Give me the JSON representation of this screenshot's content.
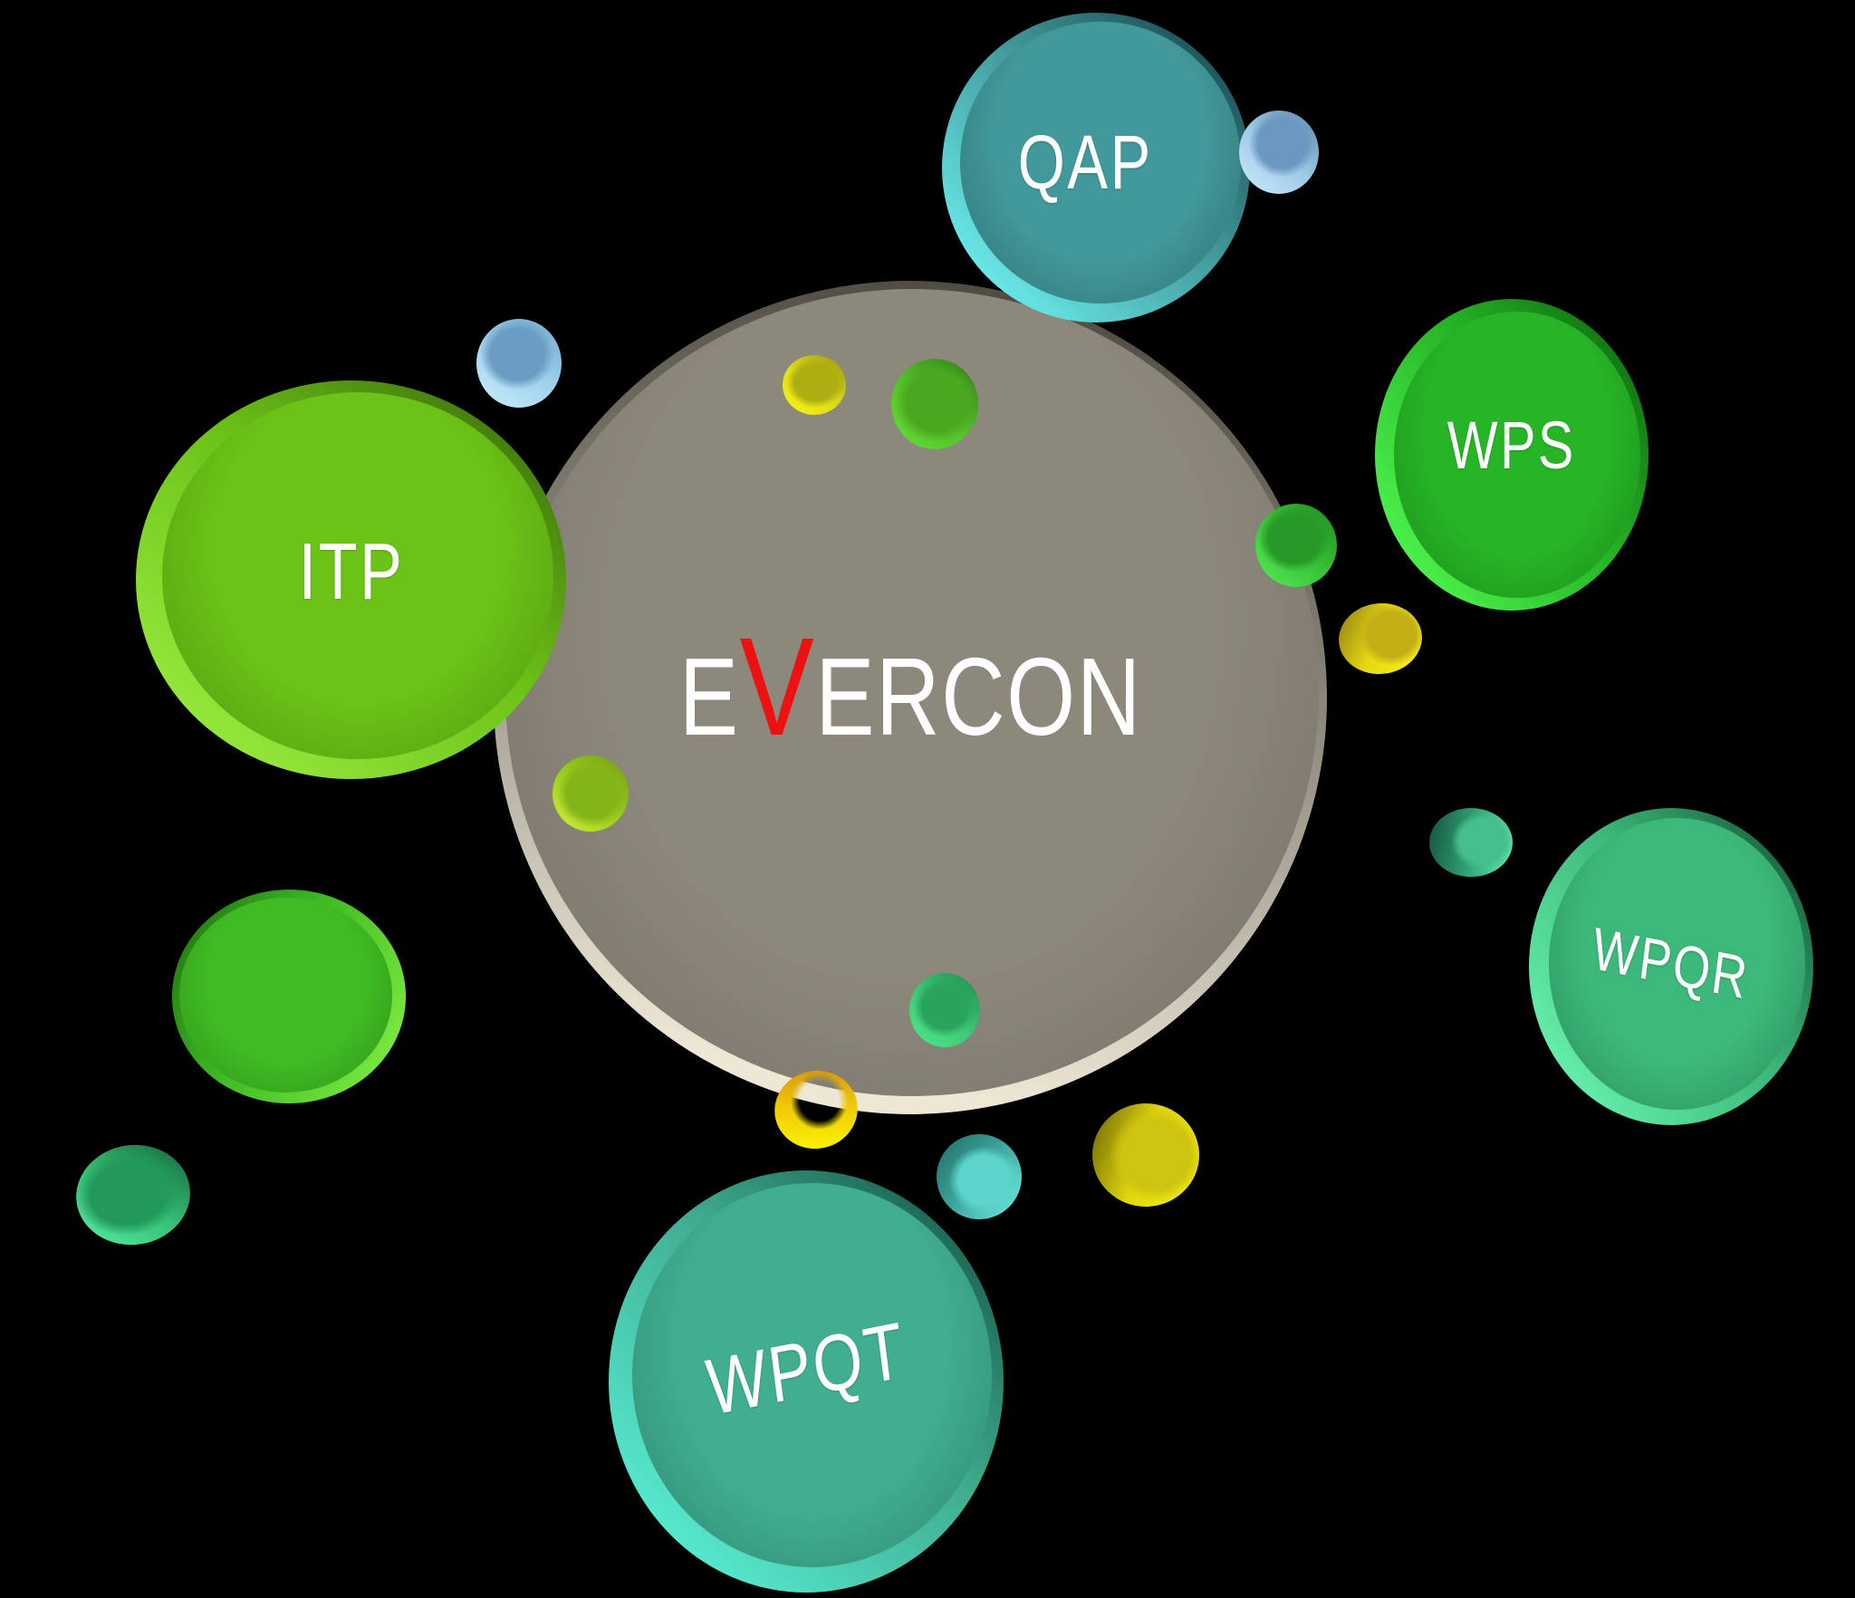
{
  "background_color": "#000000",
  "diagram": {
    "hub": {
      "label_prefix": "E",
      "label_highlight": "V",
      "label_suffix": "ERCON",
      "face_color": "#8d887c",
      "rim_color": "#eee7d6",
      "text_color": "#ffffff",
      "highlight_text_color": "#ee1111"
    },
    "satellites": [
      {
        "id": "qap",
        "label": "QAP",
        "face_color": "#42999b",
        "rim_color": "#6ceeee"
      },
      {
        "id": "wps",
        "label": "WPS",
        "face_color": "#27b527",
        "rim_color": "#4ef54e"
      },
      {
        "id": "itp",
        "label": "ITP",
        "face_color": "#6cc217",
        "rim_color": "#98ea3e"
      },
      {
        "id": "wpqr",
        "label": "WPQR",
        "face_color": "#3cb87a",
        "rim_color": "#68f2ae"
      },
      {
        "id": "wpqt",
        "label": "WPQT",
        "face_color": "#41ae92",
        "rim_color": "#58eed4"
      },
      {
        "id": "green-bubble",
        "label": "",
        "face_color": "#40bb24",
        "rim_color": "#7ce93f"
      }
    ],
    "decorative_dots": [
      {
        "name": "blue-cylinder-top-left",
        "color": "#9fd3ee"
      },
      {
        "name": "yellow-button-top",
        "color": "#dfdd1c"
      },
      {
        "name": "green-button-top",
        "color": "#52bd2a"
      },
      {
        "name": "green-ring-right",
        "color": "#3bc43b"
      },
      {
        "name": "yellow-cylinder-right",
        "color": "#f0e214"
      },
      {
        "name": "lime-button-left",
        "color": "#9ccb1e"
      },
      {
        "name": "spring-button-bottom",
        "color": "#3ec878"
      },
      {
        "name": "gold-ring-bottom",
        "color": "#e8b40a"
      },
      {
        "name": "teal-cylinder-bottom",
        "color": "#49b4aa"
      },
      {
        "name": "yellow-cylinder-bottom-right",
        "color": "#ece410"
      },
      {
        "name": "teal-cylinder-right",
        "color": "#35ad7f"
      },
      {
        "name": "spring-button-bottom-left",
        "color": "#35c075"
      },
      {
        "name": "blue-ring-top-right",
        "color": "#9ecbe8"
      }
    ]
  }
}
